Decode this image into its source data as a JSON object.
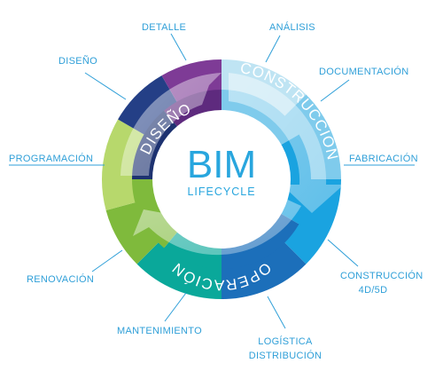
{
  "center": {
    "title": "BIM",
    "subtitle": "LIFECYCLE"
  },
  "phases": [
    {
      "name": "diseno",
      "label": "DISEÑO"
    },
    {
      "name": "construccion",
      "label": "CONSTRUCCIÓN"
    },
    {
      "name": "operacion",
      "label": "OPERACIÓN"
    }
  ],
  "outer_labels": [
    {
      "name": "detalle",
      "text": "DETALLE"
    },
    {
      "name": "analisis",
      "text": "ANÁLISIS"
    },
    {
      "name": "documentacion",
      "text": "DOCUMENTACIÓN"
    },
    {
      "name": "fabricacion",
      "text": "FABRICACIÓN"
    },
    {
      "name": "construccion-4d5d",
      "line1": "CONSTRUCCIÓN",
      "line2": "4D/5D"
    },
    {
      "name": "logistica-distribucion",
      "line1": "LOGÍSTICA",
      "line2": "DISTRIBUCIÓN"
    },
    {
      "name": "mantenimiento",
      "text": "MANTENIMIENTO"
    },
    {
      "name": "renovacion",
      "text": "RENOVACIÓN"
    },
    {
      "name": "programacion",
      "text": "PROGRAMACIÓN"
    },
    {
      "name": "diseno-label",
      "text": "DISEÑO"
    }
  ],
  "colors": {
    "label_text": "#2f9fd8",
    "purple": "#7e3b96",
    "purple_dark": "#5e2a7e",
    "navy": "#243f86",
    "navy_dark": "#1d3270",
    "sky_light": "#bfe4f3",
    "sky": "#7fcbec",
    "blue": "#1aa3e0",
    "blue_dark": "#1c6fba",
    "teal": "#0aa89a",
    "green": "#7fba3c",
    "green_light": "#b7d86c"
  }
}
